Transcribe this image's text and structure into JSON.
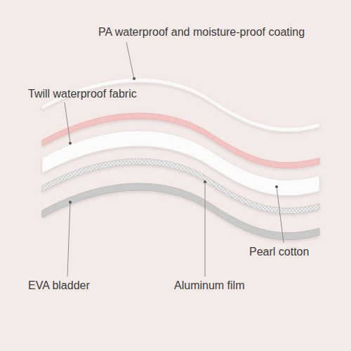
{
  "diagram": {
    "labels": [
      "PA waterproof and moisture-proof coating",
      "Twill waterproof fabric",
      "Pearl cotton",
      "EVA bladder",
      "Aluminum film"
    ]
  }
}
